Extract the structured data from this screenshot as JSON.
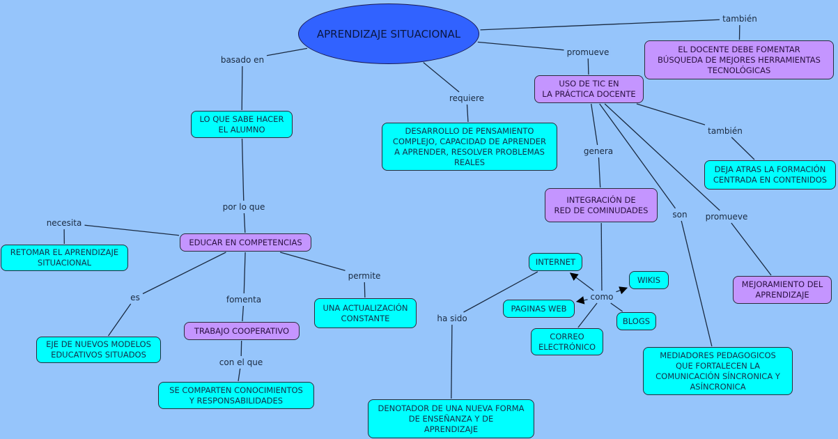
{
  "colors": {
    "background": "#96c5fb",
    "root_fill": "#3162ff",
    "concept_cyan": "#00ffff",
    "concept_purple": "#c495ff",
    "line": "#1a2a40"
  },
  "root": {
    "id": "root",
    "text": "APRENDIZAJE SITUACIONAL"
  },
  "concepts": [
    {
      "id": "docente",
      "text": "EL DOCENTE DEBE FOMENTAR\nBÚSQUEDA DE MEJORES HERRAMIENTAS\nTECNOLÓGICAS",
      "color": "purple"
    },
    {
      "id": "uso_tic",
      "text": "USO DE TIC EN\nLA PRÁCTICA DOCENTE",
      "color": "purple"
    },
    {
      "id": "desarrollo",
      "text": "DESARROLLO DE PENSAMIENTO\nCOMPLEJO, CAPACIDAD DE APRENDER\nA APRENDER, RESOLVER PROBLEMAS\nREALES",
      "color": "cyan"
    },
    {
      "id": "lo_que_sabe",
      "text": "LO QUE SABE HACER\nEL ALUMNO",
      "color": "cyan"
    },
    {
      "id": "deja_atras",
      "text": "DEJA ATRAS LA FORMACIÓN\nCENTRADA EN CONTENIDOS",
      "color": "cyan"
    },
    {
      "id": "integracion",
      "text": "INTEGRACIÓN DE\nRED DE COMINUDADES",
      "color": "purple"
    },
    {
      "id": "educar",
      "text": "EDUCAR EN COMPETENCIAS",
      "color": "purple"
    },
    {
      "id": "retomar",
      "text": "RETOMAR EL APRENDIZAJE\nSITUACIONAL",
      "color": "cyan"
    },
    {
      "id": "internet",
      "text": "INTERNET",
      "color": "cyan"
    },
    {
      "id": "wikis",
      "text": "WIKIS",
      "color": "cyan"
    },
    {
      "id": "paginas",
      "text": "PAGINAS WEB",
      "color": "cyan"
    },
    {
      "id": "blogs",
      "text": "BLOGS",
      "color": "cyan"
    },
    {
      "id": "correo",
      "text": "CORREO\nELECTRÓNICO",
      "color": "cyan"
    },
    {
      "id": "mejoramiento",
      "text": "MEJORAMIENTO DEL\nAPRENDIZAJE",
      "color": "purple"
    },
    {
      "id": "actualizacion",
      "text": "UNA ACTUALIZACIÓN\nCONSTANTE",
      "color": "cyan"
    },
    {
      "id": "eje",
      "text": "EJE DE NUEVOS MODELOS\nEDUCATIVOS SITUADOS",
      "color": "cyan"
    },
    {
      "id": "trabajo",
      "text": "TRABAJO COOPERATIVO",
      "color": "purple"
    },
    {
      "id": "comparten",
      "text": "SE COMPARTEN CONOCIMIENTOS\nY RESPONSABILIDADES",
      "color": "cyan"
    },
    {
      "id": "mediadores",
      "text": "MEDIADORES PEDAGOGICOS\nQUE FORTALECEN LA\nCOMUNICACIÓN SÍNCRONICA Y\nASÍNCRONICA",
      "color": "cyan"
    },
    {
      "id": "denotador",
      "text": "DENOTADOR DE UNA NUEVA FORMA\nDE ENSEÑANZA Y DE\nAPRENDIZAJE",
      "color": "cyan"
    }
  ],
  "linking_phrases": [
    {
      "id": "l_tambien1",
      "text": "también",
      "from": "root",
      "to": [
        "docente"
      ]
    },
    {
      "id": "l_promueve1",
      "text": "promueve",
      "from": "root",
      "to": [
        "uso_tic"
      ]
    },
    {
      "id": "l_requiere",
      "text": "requiere",
      "from": "root",
      "to": [
        "desarrollo"
      ]
    },
    {
      "id": "l_basado",
      "text": "basado en",
      "from": "root",
      "to": [
        "lo_que_sabe"
      ]
    },
    {
      "id": "l_porloque",
      "text": "por lo que",
      "from": "lo_que_sabe",
      "to": [
        "educar"
      ]
    },
    {
      "id": "l_necesita",
      "text": "necesita",
      "from": "educar",
      "to": [
        "retomar"
      ]
    },
    {
      "id": "l_es",
      "text": "es",
      "from": "educar",
      "to": [
        "eje"
      ]
    },
    {
      "id": "l_fomenta",
      "text": "fomenta",
      "from": "educar",
      "to": [
        "trabajo"
      ]
    },
    {
      "id": "l_permite",
      "text": "permite",
      "from": "educar",
      "to": [
        "actualizacion"
      ]
    },
    {
      "id": "l_conelque",
      "text": "con el que",
      "from": "trabajo",
      "to": [
        "comparten"
      ]
    },
    {
      "id": "l_tambien2",
      "text": "también",
      "from": "uso_tic",
      "to": [
        "deja_atras"
      ]
    },
    {
      "id": "l_genera",
      "text": "genera",
      "from": "uso_tic",
      "to": [
        "integracion"
      ]
    },
    {
      "id": "l_son",
      "text": "son",
      "from": "uso_tic",
      "to": [
        "mediadores"
      ]
    },
    {
      "id": "l_promueve2",
      "text": "promueve",
      "from": "uso_tic",
      "to": [
        "mejoramiento"
      ]
    },
    {
      "id": "l_como",
      "text": "como",
      "from": "integracion",
      "to": [
        "internet",
        "paginas",
        "wikis",
        "blogs",
        "correo"
      ],
      "arrows_to": [
        "internet",
        "paginas",
        "wikis"
      ]
    },
    {
      "id": "l_hasido",
      "text": "ha sido",
      "from": "internet",
      "to": [
        "denotador"
      ]
    }
  ]
}
